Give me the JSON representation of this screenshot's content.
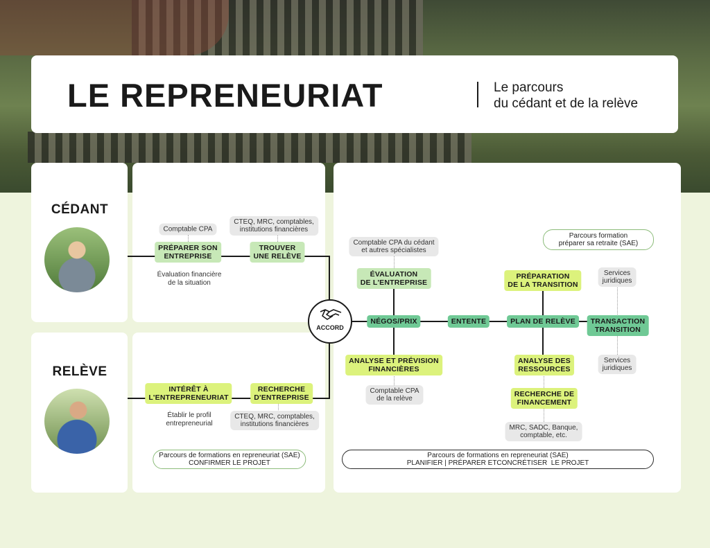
{
  "header": {
    "title": "LE REPRENEURIAT",
    "subtitle_line1": "Le parcours",
    "subtitle_line2": "du cédant et de la relève"
  },
  "roles": {
    "cedant": "CÉDANT",
    "releve": "RELÈVE"
  },
  "cedant_path": {
    "node1": {
      "l1": "PRÉPARER SON",
      "l2": "ENTREPRISE"
    },
    "node1_tag": "Comptable CPA",
    "node1_note": {
      "l1": "Évaluation financière",
      "l2": "de la situation"
    },
    "node2": {
      "l1": "TROUVER",
      "l2": "UNE RELÈVE"
    },
    "node2_tag": {
      "l1": "CTEQ, MRC, comptables,",
      "l2": "institutions financières"
    }
  },
  "releve_path": {
    "node1": {
      "l1": "INTÉRÊT À",
      "l2": "L'ENTREPRENEURIAT"
    },
    "node1_note": {
      "l1": "Établir le profil",
      "l2": "entrepreneurial"
    },
    "node2": {
      "l1": "RECHERCHE",
      "l2": "D'ENTREPRISE"
    },
    "node2_tag": {
      "l1": "CTEQ, MRC, comptables,",
      "l2": "institutions financières"
    },
    "training": {
      "l1": "Parcours de formations en repreneuriat (SAE)",
      "l2": "CONFIRMER LE PROJET"
    }
  },
  "accord": {
    "label": "ACCORD",
    "icon": "handshake-icon"
  },
  "main": {
    "negos": "NÉGOS/PRIX",
    "entente": "ENTENTE",
    "plan": "PLAN DE RELÈVE",
    "transaction": {
      "l1": "TRANSACTION",
      "l2": "TRANSITION"
    },
    "evaluation": {
      "l1": "ÉVALUATION",
      "l2": "DE L'ENTREPRISE"
    },
    "evaluation_tag": {
      "l1": "Comptable CPA du cédant",
      "l2": "et autres spécialistes"
    },
    "analyse_prev": {
      "l1": "ANALYSE ET PRÉVISION",
      "l2": "FINANCIÈRES"
    },
    "analyse_prev_tag": {
      "l1": "Comptable CPA",
      "l2": "de la relève"
    },
    "preparation": {
      "l1": "PRÉPARATION",
      "l2": "DE LA TRANSITION"
    },
    "analyse_res": {
      "l1": "ANALYSE DES",
      "l2": "RESSOURCES"
    },
    "financement": {
      "l1": "RECHERCHE DE",
      "l2": "FINANCEMENT"
    },
    "financement_tag": {
      "l1": "MRC, SADC, Banque,",
      "l2": "comptable, etc."
    },
    "juridique_top": {
      "l1": "Services",
      "l2": "juridiques"
    },
    "juridique_bottom": {
      "l1": "Services",
      "l2": "juridiques"
    },
    "retraite": {
      "l1": "Parcours formation",
      "l2": "préparer sa retraite (SAE)"
    },
    "training": {
      "l1": "Parcours de formations en repreneuriat (SAE)",
      "l2": "PLANIFIER | PRÉPARER ETCONCRÉTISER  LE PROJET"
    }
  },
  "colors": {
    "node_green": "#6fc995",
    "node_light": "#c7e8b7",
    "node_lime": "#dcf27c",
    "bg": "#eef4dd"
  }
}
